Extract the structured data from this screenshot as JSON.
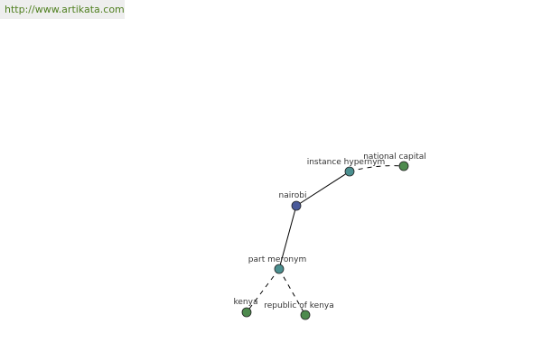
{
  "header": {
    "site_url": "http://www.artikata.com"
  },
  "graph": {
    "colors": {
      "root": "#4a5a9a",
      "relation": "#4b8f8f",
      "leaf": "#4d8a4d",
      "stroke": "#222222",
      "edge": "#000000"
    },
    "nodes": [
      {
        "id": "nairobi",
        "label": "nairobi",
        "kind": "root"
      },
      {
        "id": "instance_hypernym",
        "label": "instance hypernym",
        "kind": "relation"
      },
      {
        "id": "national_capital",
        "label": "national capital",
        "kind": "leaf"
      },
      {
        "id": "part_meronym",
        "label": "part meronym",
        "kind": "relation"
      },
      {
        "id": "kenya",
        "label": "kenya",
        "kind": "leaf"
      },
      {
        "id": "republic_of_kenya",
        "label": "republic of kenya",
        "kind": "leaf"
      }
    ],
    "edges": [
      {
        "from": "nairobi",
        "to": "instance_hypernym",
        "style": "solid"
      },
      {
        "from": "instance_hypernym",
        "to": "national_capital",
        "style": "dashed"
      },
      {
        "from": "nairobi",
        "to": "part_meronym",
        "style": "solid"
      },
      {
        "from": "part_meronym",
        "to": "kenya",
        "style": "dashed"
      },
      {
        "from": "part_meronym",
        "to": "republic_of_kenya",
        "style": "dashed"
      }
    ]
  }
}
